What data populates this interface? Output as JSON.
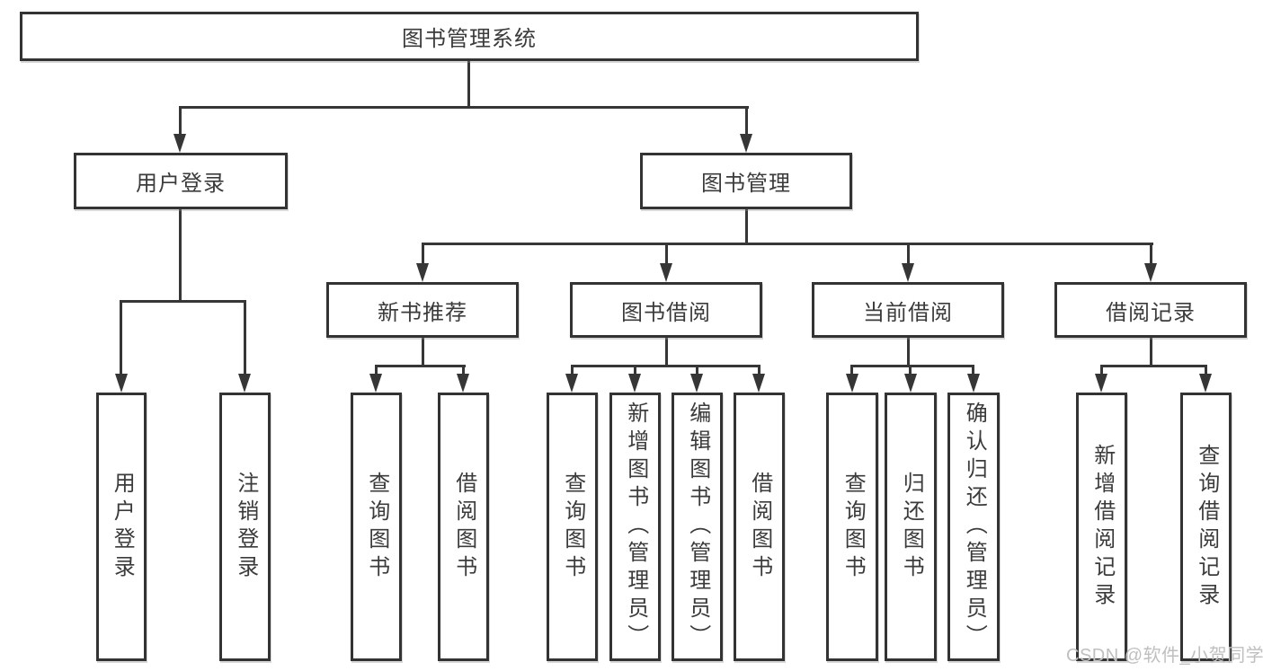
{
  "tree": {
    "label": "图书管理系统",
    "children": [
      {
        "label": "用户登录",
        "children": [
          {
            "label": "用户登录"
          },
          {
            "label": "注销登录"
          }
        ]
      },
      {
        "label": "图书管理",
        "children": [
          {
            "label": "新书推荐",
            "children": [
              {
                "label": "查询图书"
              },
              {
                "label": "借阅图书"
              }
            ]
          },
          {
            "label": "图书借阅",
            "children": [
              {
                "label": "查询图书"
              },
              {
                "label": "新增图书（管理员）"
              },
              {
                "label": "编辑图书（管理员）"
              },
              {
                "label": "借阅图书"
              }
            ]
          },
          {
            "label": "当前借阅",
            "children": [
              {
                "label": "查询图书"
              },
              {
                "label": "归还图书"
              },
              {
                "label": "确认归还（管理员）"
              }
            ]
          },
          {
            "label": "借阅记录",
            "children": [
              {
                "label": "新增借阅记录"
              },
              {
                "label": "查询借阅记录"
              }
            ]
          }
        ]
      }
    ]
  },
  "watermark": {
    "text": "CSDN @软件_小贺同学",
    "color": "#bfbfbf"
  },
  "colors": {
    "background": "#ffffff",
    "box_fill": "#ffffff",
    "border": "#333333",
    "line": "#363636",
    "text": "#3b3b3b"
  }
}
